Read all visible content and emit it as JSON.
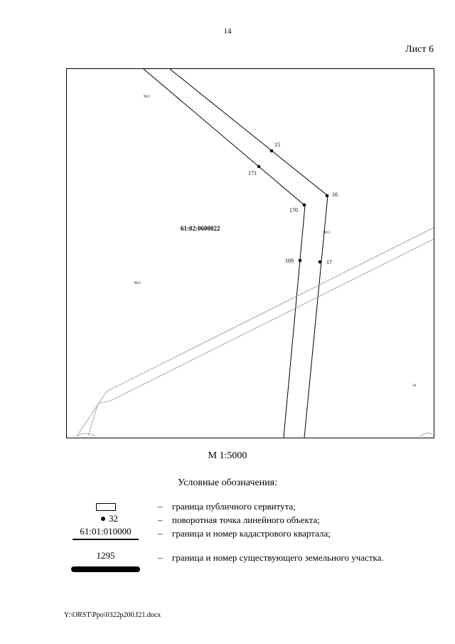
{
  "page": {
    "number": "14",
    "sheet_label": "Лист 6",
    "footer_path": "Y:\\ORST\\Ppo\\0322p200.f21.docx"
  },
  "map": {
    "quarter_label": "61:02:0600022",
    "points": [
      {
        "id": "15",
        "label": "15"
      },
      {
        "id": "171",
        "label": "171"
      },
      {
        "id": "16",
        "label": "16"
      },
      {
        "id": "170",
        "label": "170"
      },
      {
        "id": "169",
        "label": "169"
      },
      {
        "id": "17",
        "label": "17"
      }
    ],
    "parcel_labels": [
      "96/3",
      "96/3",
      "86/3",
      "34"
    ],
    "scale": "М 1:5000"
  },
  "legend": {
    "title": "Условные обозначения:",
    "dash": "–",
    "items": [
      {
        "symbol": "rectangle",
        "text": "граница публичного сервитута;"
      },
      {
        "symbol": "point",
        "symbol_text": "32",
        "text": "поворотная точка линейного объекта;"
      },
      {
        "symbol": "quarter-line",
        "symbol_text": "61:01:010000",
        "text": "граница и номер кадастрового квартала;"
      },
      {
        "symbol": "parcel-bar",
        "symbol_text": "1295",
        "text": "граница и номер существующего земельного участка."
      }
    ]
  }
}
